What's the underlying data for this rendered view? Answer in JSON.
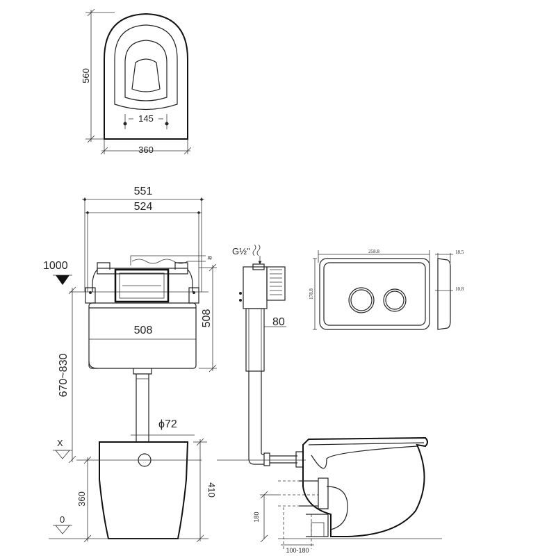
{
  "top_view": {
    "height_dim": "560",
    "width_dim": "360",
    "hole_spacing": "145"
  },
  "cistern": {
    "dim_outer": "551",
    "dim_inner": "524",
    "dim_body": "508",
    "dim_height": "508",
    "install_height": "670~830",
    "level_1000": "1000",
    "level_x": "X",
    "pipe_dia": "ϕ72",
    "pan_height": "410",
    "floor_to_outlet": "360",
    "level_0": "0"
  },
  "side_view": {
    "inlet_label": "G½\"",
    "depth_dim": "80",
    "drop_dim": "180",
    "offset_dim": "100-180"
  },
  "flush_plate": {
    "width": "258.8",
    "height": "178.8",
    "depth": "18.5",
    "button_depth": "10.8"
  }
}
